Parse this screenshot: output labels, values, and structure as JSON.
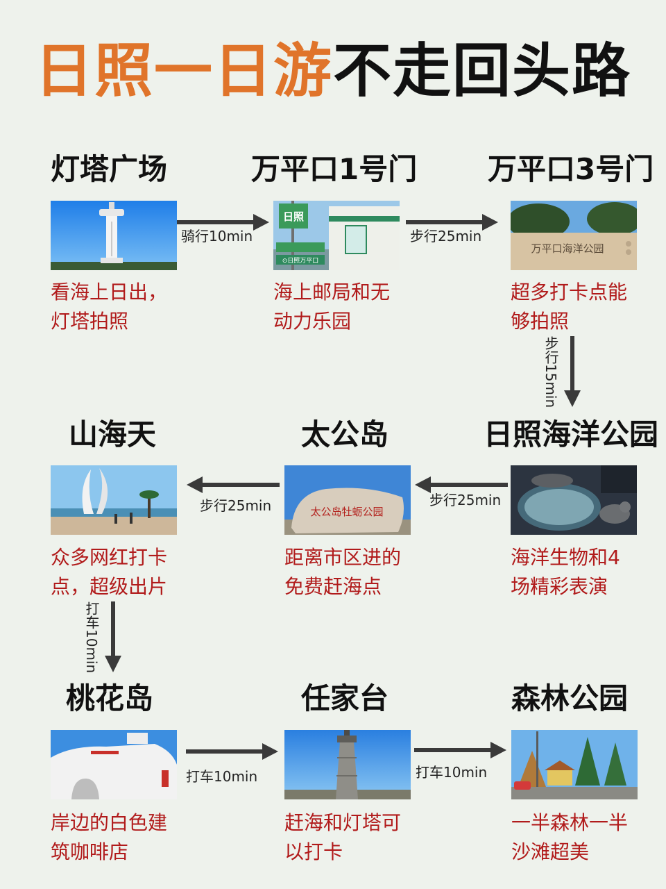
{
  "title": {
    "part1": "日照一日游",
    "part2": "不走回头路"
  },
  "stops": [
    {
      "name": "灯塔广场",
      "desc1": "看海上日出，",
      "desc2": "灯塔拍照"
    },
    {
      "name": "万平口1号门",
      "desc1": "海上邮局和无",
      "desc2": "动力乐园"
    },
    {
      "name": "万平口3号门",
      "desc1": "超多打卡点能",
      "desc2": "够拍照"
    },
    {
      "name": "山海天",
      "desc1": "众多网红打卡",
      "desc2": "点，超级出片"
    },
    {
      "name": "太公岛",
      "desc1": "距离市区进的",
      "desc2": "免费赶海点"
    },
    {
      "name": "日照海洋公园",
      "desc1": "海洋生物和4",
      "desc2": "场精彩表演"
    },
    {
      "name": "桃花岛",
      "desc1": "岸边的白色建",
      "desc2": "筑咖啡店"
    },
    {
      "name": "任家台",
      "desc1": "赶海和灯塔可",
      "desc2": "以打卡"
    },
    {
      "name": "森林公园",
      "desc1": "一半森林一半",
      "desc2": "沙滩超美"
    }
  ],
  "photo_text": {
    "sign_rizhao": "日照",
    "sign_wanpingkou": "⊙日照万平口",
    "wall_wanping": "万平口海洋公园",
    "rock_taigong": "太公岛牡蛎公园"
  },
  "routes": [
    "骑行10min",
    "步行25min",
    "步行15min",
    "步行25min",
    "步行25min",
    "打车10min",
    "打车10min",
    "打车10min"
  ],
  "colors": {
    "accent": "#e0742a",
    "desc": "#b11b1b",
    "background": "#eef2ec"
  }
}
